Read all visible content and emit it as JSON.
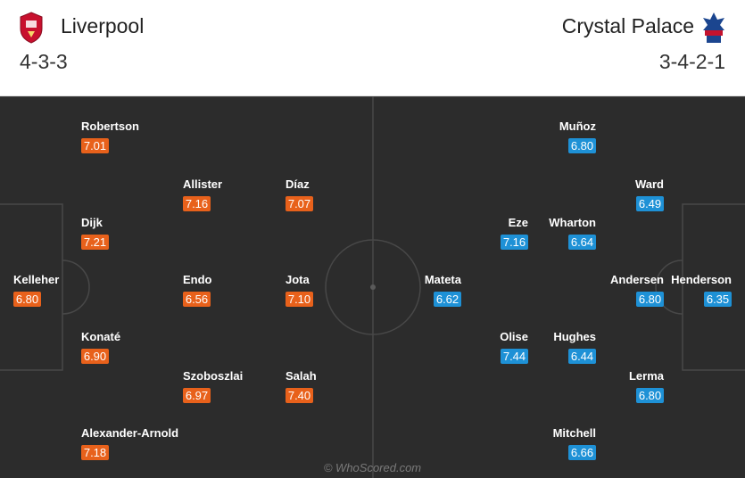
{
  "home": {
    "name": "Liverpool",
    "formation": "4-3-3",
    "color": "#e8611b",
    "crest_icon": "liverpool-crest-icon",
    "players": [
      {
        "name": "Robertson",
        "rating": "7.01"
      },
      {
        "name": "Allister",
        "rating": "7.16"
      },
      {
        "name": "Díaz",
        "rating": "7.07"
      },
      {
        "name": "Dijk",
        "rating": "7.21"
      },
      {
        "name": "Kelleher",
        "rating": "6.80"
      },
      {
        "name": "Endo",
        "rating": "6.56"
      },
      {
        "name": "Jota",
        "rating": "7.10"
      },
      {
        "name": "Konaté",
        "rating": "6.90"
      },
      {
        "name": "Szoboszlai",
        "rating": "6.97"
      },
      {
        "name": "Salah",
        "rating": "7.40"
      },
      {
        "name": "Alexander-Arnold",
        "rating": "7.18"
      }
    ]
  },
  "away": {
    "name": "Crystal Palace",
    "formation": "3-4-2-1",
    "color": "#1e91d6",
    "crest_icon": "crystal-palace-crest-icon",
    "players": [
      {
        "name": "Muñoz",
        "rating": "6.80"
      },
      {
        "name": "Ward",
        "rating": "6.49"
      },
      {
        "name": "Eze",
        "rating": "7.16"
      },
      {
        "name": "Wharton",
        "rating": "6.64"
      },
      {
        "name": "Mateta",
        "rating": "6.62"
      },
      {
        "name": "Andersen",
        "rating": "6.80"
      },
      {
        "name": "Henderson",
        "rating": "6.35"
      },
      {
        "name": "Olise",
        "rating": "7.44"
      },
      {
        "name": "Hughes",
        "rating": "6.44"
      },
      {
        "name": "Lerma",
        "rating": "6.80"
      },
      {
        "name": "Mitchell",
        "rating": "6.66"
      }
    ]
  },
  "watermark": "© WhoScored.com"
}
